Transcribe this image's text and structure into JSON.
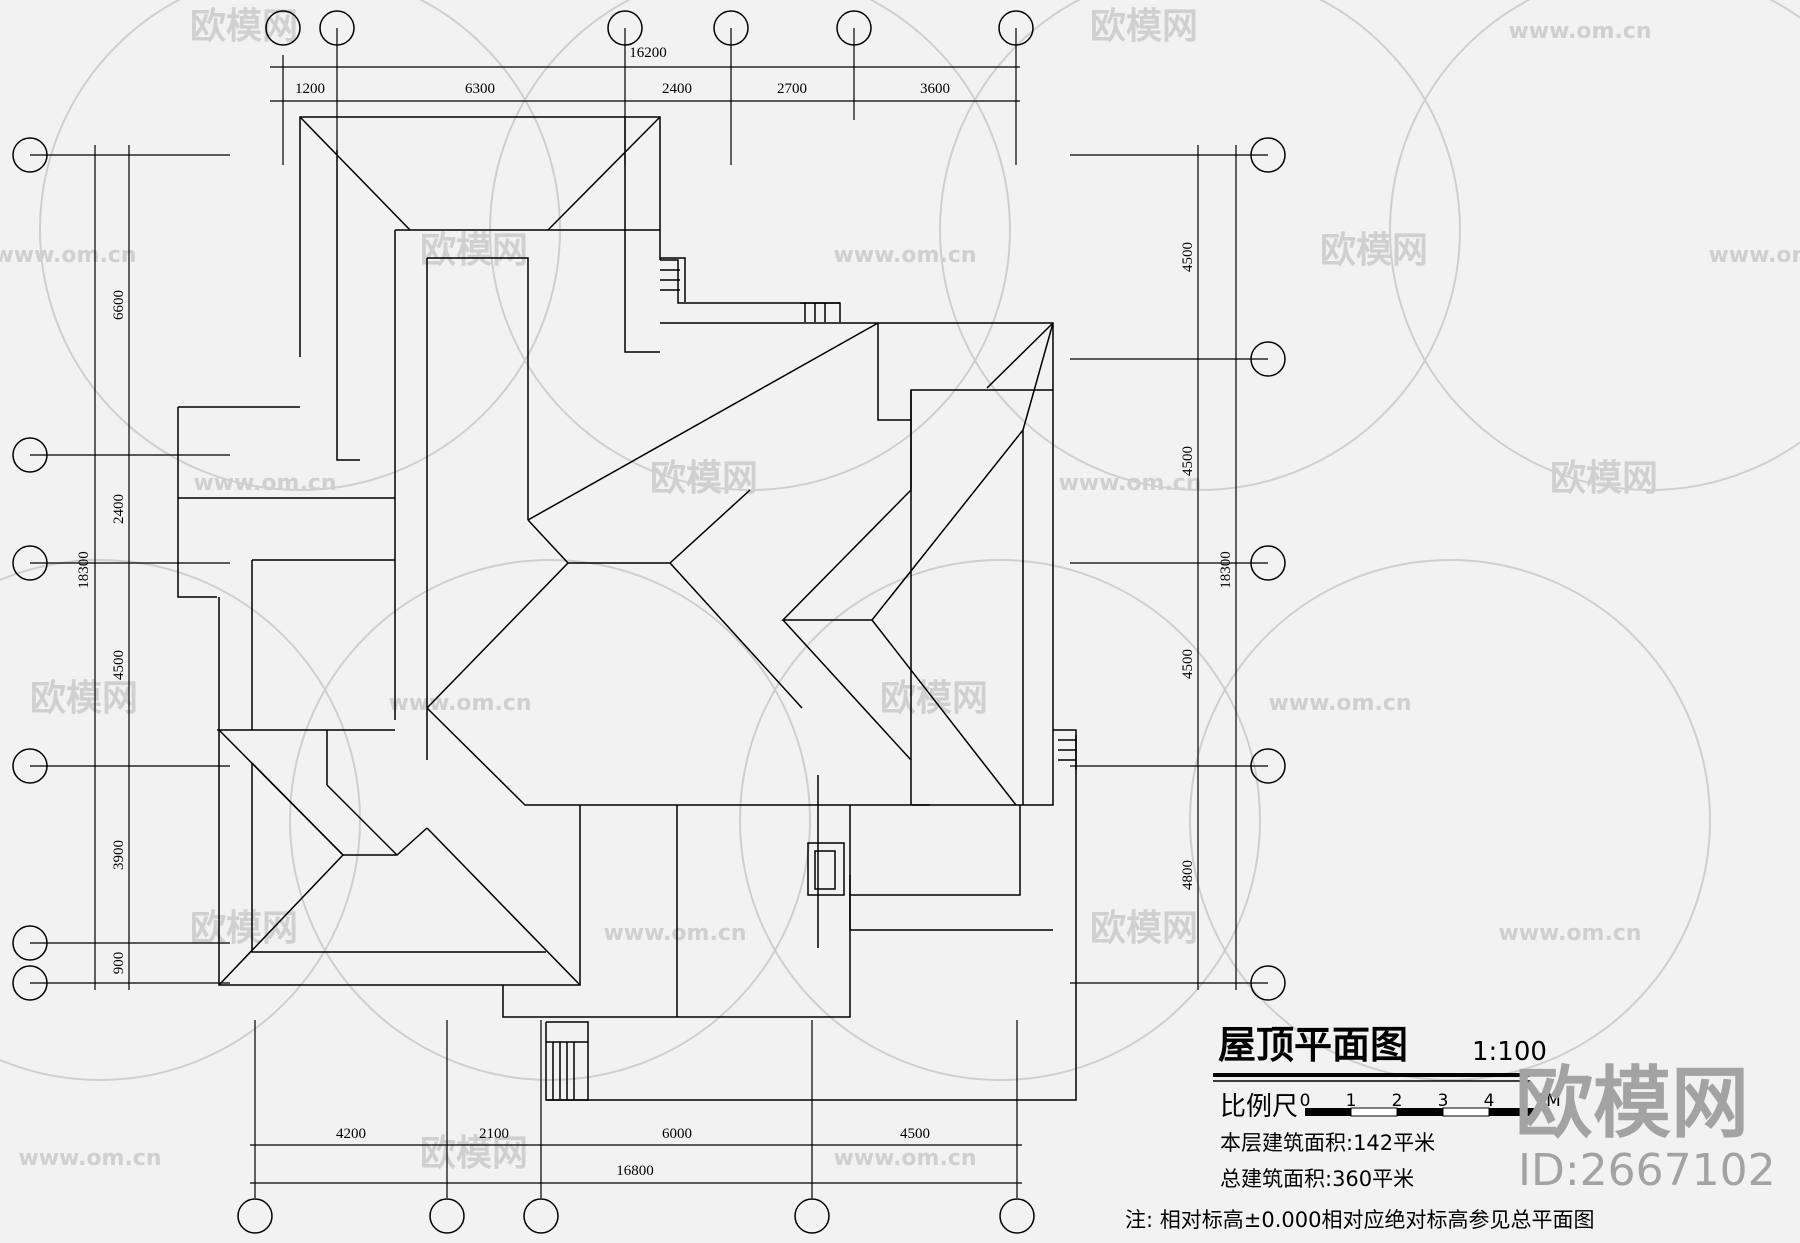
{
  "drawing": {
    "title": "屋顶平面图",
    "scale": "1:100",
    "scale_bar_label": "比例尺",
    "scale_bar_ticks": [
      "0",
      "1",
      "2",
      "3",
      "4",
      "5M"
    ],
    "floor_area": "本层建筑面积:142平米",
    "total_area": "总建筑面积:360平米",
    "note": "注: 相对标高±0.000相对应绝对标高参见总平面图"
  },
  "dimensions": {
    "top_total": "16200",
    "top_segments": [
      "1200",
      "6300",
      "2400",
      "2700",
      "3600"
    ],
    "bottom_total": "16800",
    "bottom_segments": [
      "4200",
      "2100",
      "6000",
      "4500"
    ],
    "left_total": "18300",
    "left_segments": [
      "6600",
      "2400",
      "4500",
      "3900",
      "900"
    ],
    "right_total": "18300",
    "right_segments": [
      "4500",
      "4500",
      "4500",
      "4800"
    ]
  },
  "watermark": {
    "brand": "欧模网",
    "url": "www.om.cn",
    "big_brand": "欧模网",
    "id": "ID:2667102"
  }
}
